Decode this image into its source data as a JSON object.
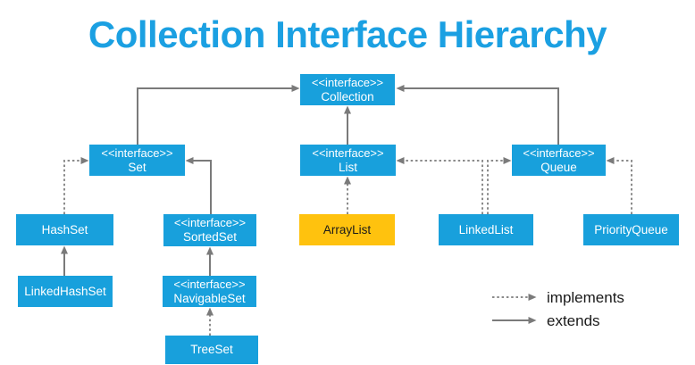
{
  "title": "Collection Interface Hierarchy",
  "colors": {
    "accent_blue": "#18A0DC",
    "title_blue": "#1BA0E2",
    "highlight_orange": "#FFC20E",
    "arrow_gray": "#7A7A7A",
    "box_text_white": "#FFFFFF",
    "highlight_text_dark": "#1A1A1A"
  },
  "nodes": {
    "collection": {
      "stereotype": "<<interface>>",
      "name": "Collection"
    },
    "set": {
      "stereotype": "<<interface>>",
      "name": "Set"
    },
    "list": {
      "stereotype": "<<interface>>",
      "name": "List"
    },
    "queue": {
      "stereotype": "<<interface>>",
      "name": "Queue"
    },
    "hashset": {
      "name": "HashSet"
    },
    "sortedset": {
      "stereotype": "<<interface>>",
      "name": "SortedSet"
    },
    "arraylist": {
      "name": "ArrayList",
      "highlighted": true
    },
    "linkedlist": {
      "name": "LinkedList"
    },
    "priorityqueue": {
      "name": "PriorityQueue"
    },
    "linkedhashset": {
      "name": "LinkedHashSet"
    },
    "navigableset": {
      "stereotype": "<<interface>>",
      "name": "NavigableSet"
    },
    "treeset": {
      "name": "TreeSet"
    }
  },
  "edges": [
    {
      "from": "Set",
      "to": "Collection",
      "type": "extends"
    },
    {
      "from": "List",
      "to": "Collection",
      "type": "extends"
    },
    {
      "from": "Queue",
      "to": "Collection",
      "type": "extends"
    },
    {
      "from": "HashSet",
      "to": "Set",
      "type": "implements"
    },
    {
      "from": "SortedSet",
      "to": "Set",
      "type": "extends"
    },
    {
      "from": "ArrayList",
      "to": "List",
      "type": "implements"
    },
    {
      "from": "LinkedList",
      "to": "List",
      "type": "implements"
    },
    {
      "from": "LinkedList",
      "to": "Queue",
      "type": "implements"
    },
    {
      "from": "PriorityQueue",
      "to": "Queue",
      "type": "implements"
    },
    {
      "from": "LinkedHashSet",
      "to": "HashSet",
      "type": "extends"
    },
    {
      "from": "NavigableSet",
      "to": "SortedSet",
      "type": "extends"
    },
    {
      "from": "TreeSet",
      "to": "NavigableSet",
      "type": "implements"
    }
  ],
  "legend": {
    "implements_label": "implements",
    "extends_label": "extends"
  }
}
